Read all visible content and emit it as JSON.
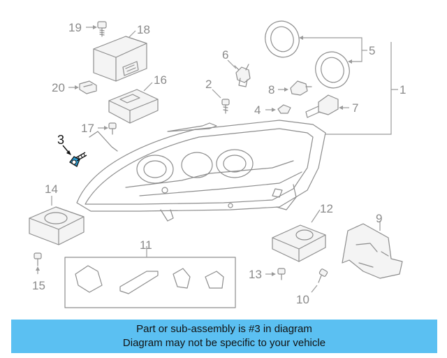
{
  "callouts": {
    "c1": "1",
    "c3": "3",
    "c4": "4",
    "c5": "5",
    "c6": "6",
    "c7": "7",
    "c8": "8",
    "c9": "9",
    "c10": "10",
    "c11": "11",
    "c12": "12",
    "c13": "13",
    "c14": "14",
    "c15": "15",
    "c16": "16",
    "c17": "17",
    "c18": "18",
    "c19": "19",
    "c20": "20",
    "c2": "2"
  },
  "highlighted_part": "3",
  "banner": {
    "line1": "Part or sub-assembly is #3 in diagram",
    "line2": "Diagram may not be specific to your vehicle"
  },
  "colors": {
    "banner": "#5bc0f2",
    "lines": "#8d8d8d",
    "highlight": "#111111"
  }
}
